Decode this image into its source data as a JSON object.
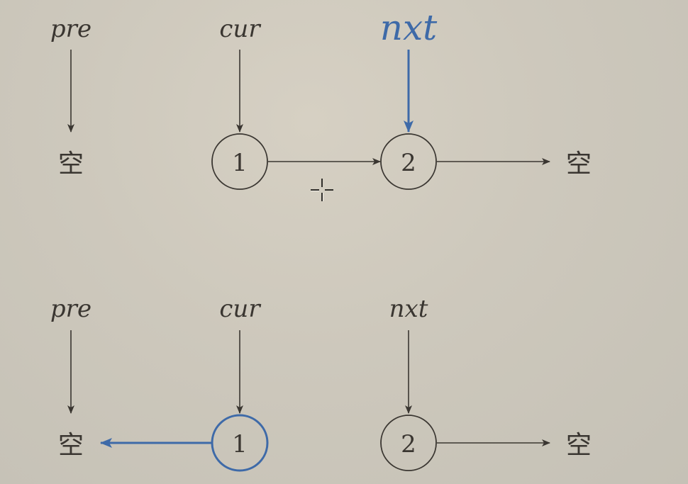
{
  "top": {
    "pointer_pre": "pre",
    "pointer_cur": "cur",
    "pointer_nxt": "nxt",
    "node1": "1",
    "node2": "2",
    "empty_left": "空",
    "empty_right": "空"
  },
  "bottom": {
    "pointer_pre": "pre",
    "pointer_cur": "cur",
    "pointer_nxt": "nxt",
    "node1": "1",
    "node2": "2",
    "empty_left": "空",
    "empty_right": "空"
  },
  "colors": {
    "ink": "#3a3631",
    "highlight": "#3e6aa8",
    "background": "#cdc8bc"
  },
  "cursor_icon": "crosshair-move-icon"
}
